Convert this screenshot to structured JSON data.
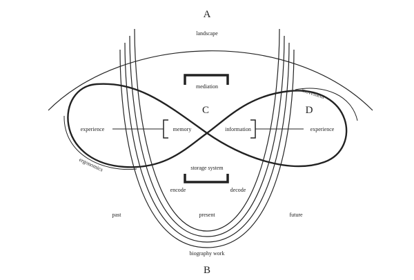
{
  "diagram": {
    "letters": {
      "a": "A",
      "b": "B",
      "c": "C",
      "d": "D"
    },
    "labels": {
      "landscape": "landscape",
      "mediation": "mediation",
      "movement": "movement",
      "experience_left": "experience",
      "memory": "memory",
      "information": "information",
      "experience_right": "experience",
      "ergonomics": "ergonomics",
      "storage_system": "storage system",
      "encode": "encode",
      "decode": "decode",
      "past": "past",
      "present": "present",
      "future": "future",
      "biography_work": "biography work"
    }
  }
}
